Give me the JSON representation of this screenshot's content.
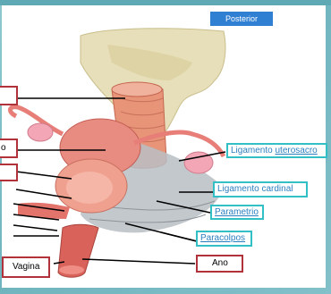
{
  "slide": {
    "posterior_label": "Posterior",
    "labels": {
      "ligamento_uterosacro_prefix": "Ligamento ",
      "ligamento_uterosacro_underlined": "uterosacro",
      "ligamento_cardinal": "Ligamento cardinal",
      "parametrio": "Parametrio",
      "paracolpos": "Paracolpos",
      "ano": "Ano",
      "vagina": "Vagina",
      "partial_o": "o"
    }
  },
  "colors": {
    "frame_teal": "#7fbcc5",
    "label_border_teal": "#33bfc6",
    "label_text_blue": "#2a7fc0",
    "posterior_fill_blue": "#2f7fd3",
    "red_box": "#b1323a"
  }
}
